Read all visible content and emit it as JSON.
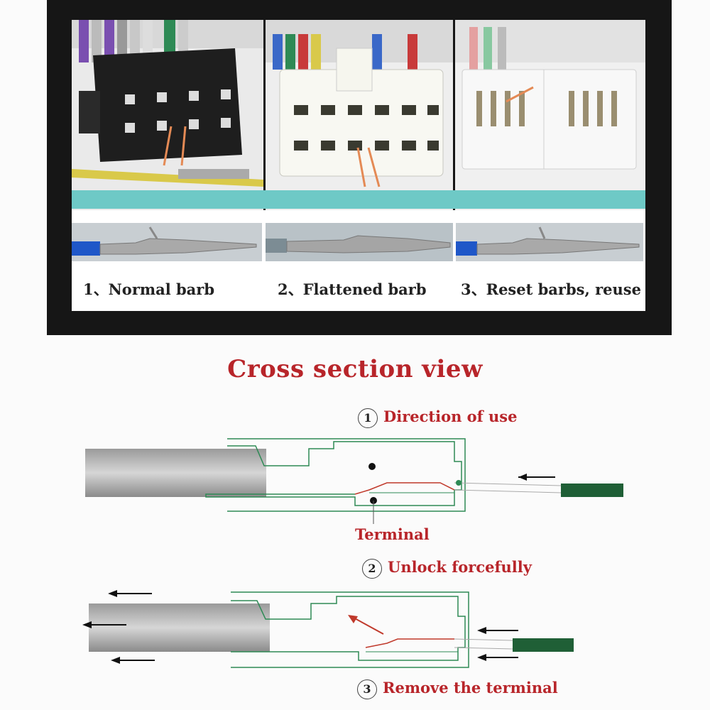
{
  "captions": [
    "1、Normal barb",
    "2、Flattened barb",
    "3、Reset barbs, reuse"
  ],
  "title": "Cross section view",
  "steps": [
    {
      "num": "1",
      "text": "Direction of use"
    },
    {
      "num": "2",
      "text": "Unlock forcefully"
    },
    {
      "num": "3",
      "text": "Remove the terminal"
    }
  ],
  "terminal_label": "Terminal",
  "colors": {
    "title_red": "#b8252a",
    "outline_green": "#2e8a55",
    "tool_green": "#1f5f36",
    "strip_teal": "#6ec9c6",
    "arrow_orange": "#e48a55"
  }
}
